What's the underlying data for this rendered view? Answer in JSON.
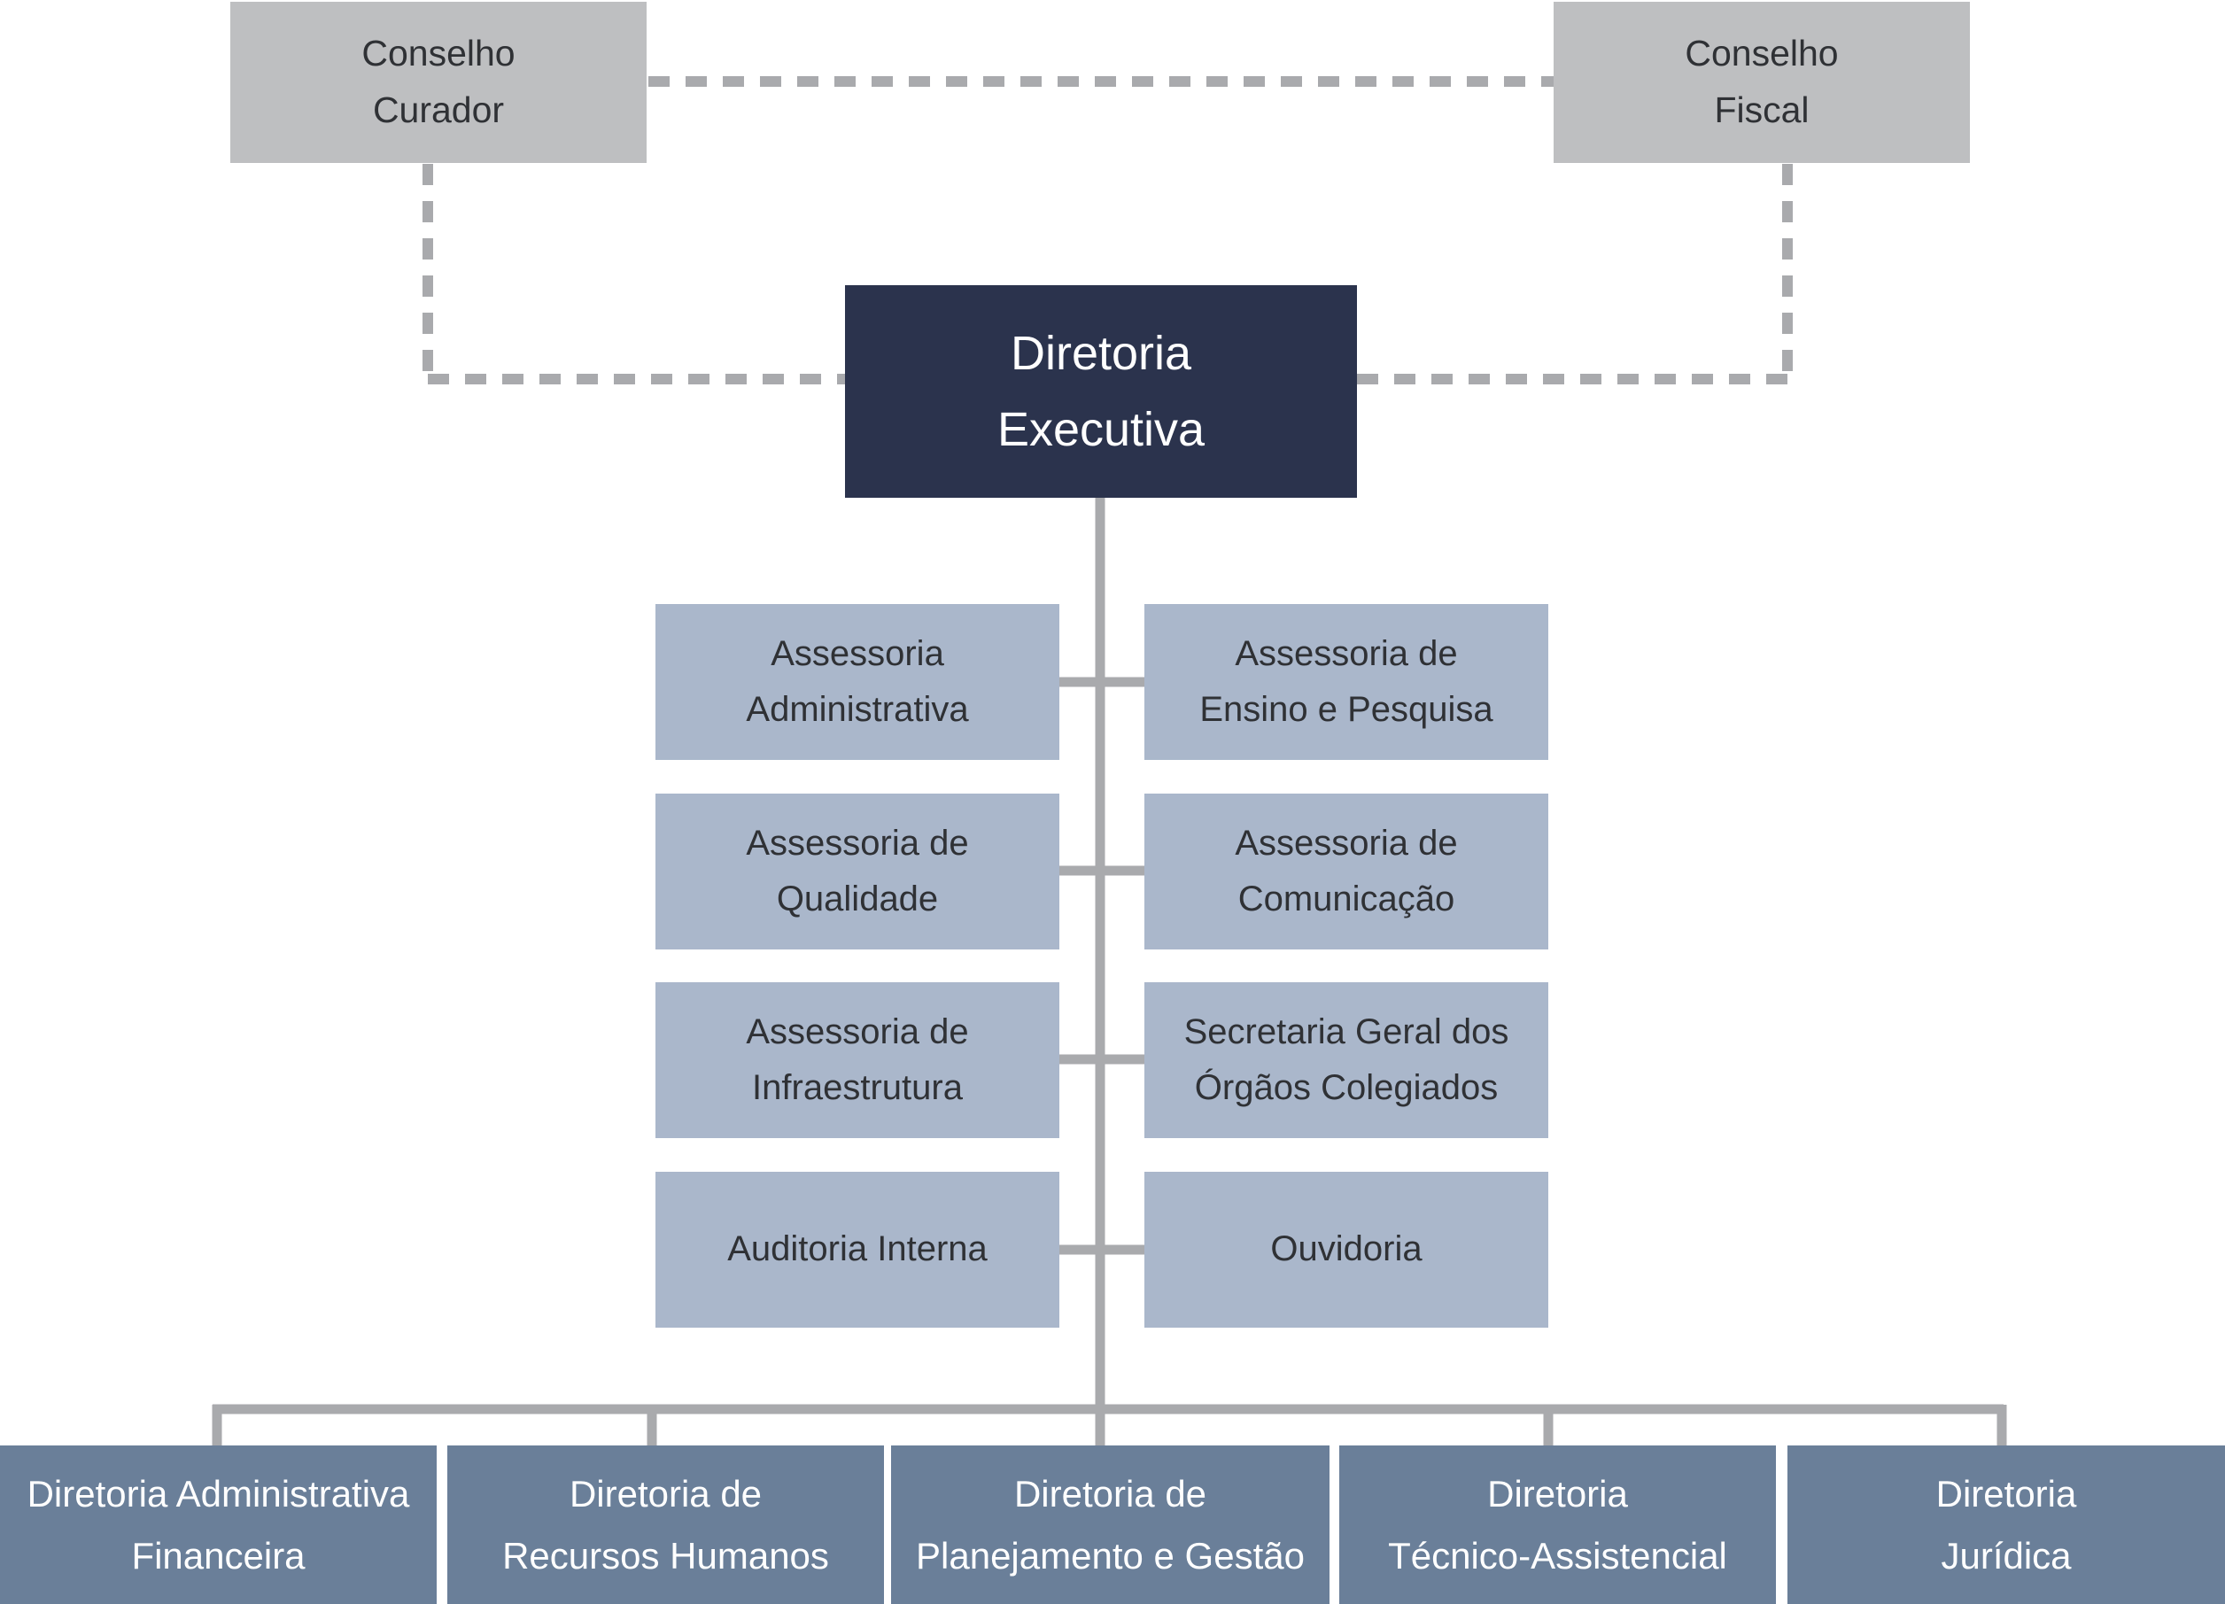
{
  "colors": {
    "council_fill": "#bebfc1",
    "executive_fill": "#2b334d",
    "advisory_fill": "#aab7cb",
    "directorate_fill": "#6a7f99",
    "connector": "#a9aaad"
  },
  "councils": {
    "curador": {
      "line1": "Conselho",
      "line2": "Curador"
    },
    "fiscal": {
      "line1": "Conselho",
      "line2": "Fiscal"
    }
  },
  "executive": {
    "line1": "Diretoria",
    "line2": "Executiva"
  },
  "advisory": {
    "left": [
      {
        "line1": "Assessoria",
        "line2": "Administrativa"
      },
      {
        "line1": "Assessoria de",
        "line2": "Qualidade"
      },
      {
        "line1": "Assessoria de",
        "line2": "Infraestrutura"
      },
      {
        "line1": "Auditoria Interna",
        "line2": ""
      }
    ],
    "right": [
      {
        "line1": "Assessoria de",
        "line2": "Ensino e Pesquisa"
      },
      {
        "line1": "Assessoria de",
        "line2": "Comunicação"
      },
      {
        "line1": "Secretaria Geral dos",
        "line2": "Órgãos Colegiados"
      },
      {
        "line1": "Ouvidoria",
        "line2": ""
      }
    ]
  },
  "directorates": [
    {
      "line1": "Diretoria Administrativa",
      "line2": "Financeira"
    },
    {
      "line1": "Diretoria de",
      "line2": "Recursos Humanos"
    },
    {
      "line1": "Diretoria de",
      "line2": "Planejamento e Gestão"
    },
    {
      "line1": "Diretoria",
      "line2": "Técnico-Assistencial"
    },
    {
      "line1": "Diretoria",
      "line2": "Jurídica"
    }
  ]
}
